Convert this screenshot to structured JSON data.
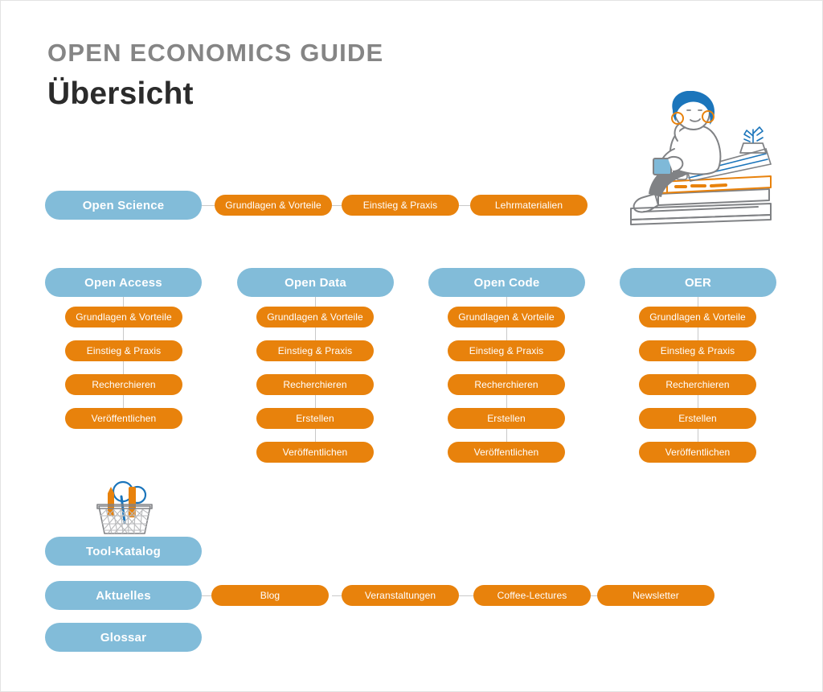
{
  "header": {
    "kicker": "OPEN ECONOMICS GUIDE",
    "title": "Übersicht"
  },
  "colors": {
    "primary_blue": "#82bcd9",
    "accent_orange": "#e8820c",
    "kicker_gray": "#858585",
    "title_dark": "#2b2b2b",
    "connector_gray": "#c9c9c9",
    "illustration_blue": "#1b75bb",
    "illustration_gray": "#808285",
    "page_background": "#ffffff"
  },
  "diagram": {
    "top_row": {
      "label": "Open Science",
      "children": [
        "Grundlagen & Vorteile",
        "Einstieg & Praxis",
        "Lehrmaterialien"
      ]
    },
    "columns": [
      {
        "label": "Open Access",
        "items": [
          "Grundlagen & Vorteile",
          "Einstieg & Praxis",
          "Recherchieren",
          "Veröffentlichen"
        ]
      },
      {
        "label": "Open Data",
        "items": [
          "Grundlagen & Vorteile",
          "Einstieg & Praxis",
          "Recherchieren",
          "Erstellen",
          "Veröffentlichen"
        ]
      },
      {
        "label": "Open Code",
        "items": [
          "Grundlagen & Vorteile",
          "Einstieg & Praxis",
          "Recherchieren",
          "Erstellen",
          "Veröffentlichen"
        ]
      },
      {
        "label": "OER",
        "items": [
          "Grundlagen & Vorteile",
          "Einstieg & Praxis",
          "Recherchieren",
          "Erstellen",
          "Veröffentlichen"
        ]
      }
    ],
    "bottom_rows": [
      {
        "label": "Tool-Katalog",
        "children": []
      },
      {
        "label": "Aktuelles",
        "children": [
          "Blog",
          "Veranstaltungen",
          "Coffee-Lectures",
          "Newsletter"
        ]
      },
      {
        "label": "Glossar",
        "children": []
      }
    ]
  },
  "illustrations": {
    "reader": "person-reading-on-books-illustration",
    "toolbox": "basket-with-tools-illustration"
  }
}
